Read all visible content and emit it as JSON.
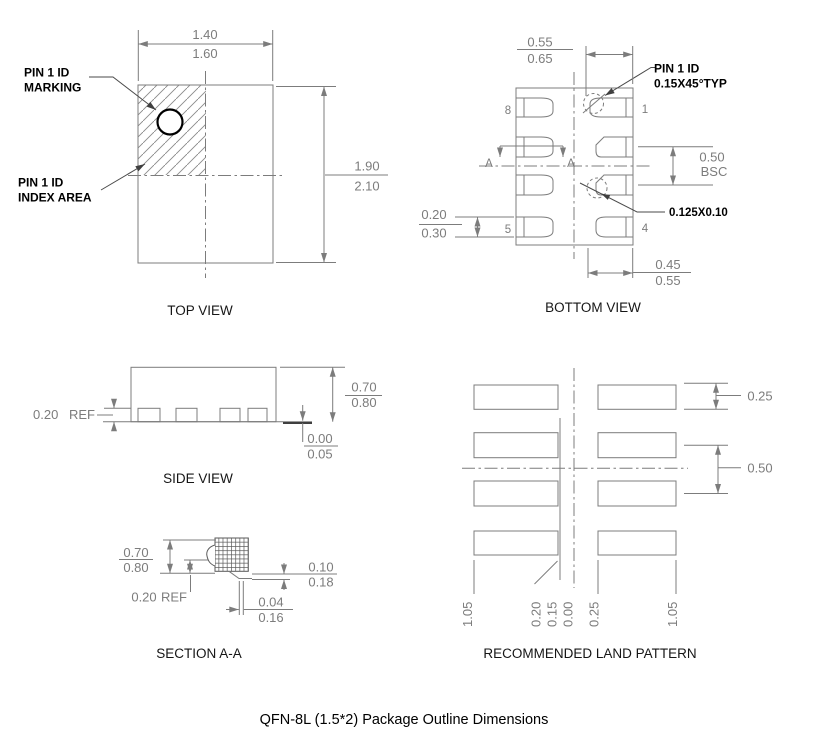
{
  "title": "QFN-8L (1.5*2) Package Outline Dimensions",
  "colors": {
    "line_gray": "#7c7c7c",
    "label_black": "#000000",
    "leader_dark": "#4a4a4a",
    "background": "#ffffff"
  },
  "top_view": {
    "caption": "TOP VIEW",
    "pin1_marking_label_l1": "PIN 1 ID",
    "pin1_marking_label_l2": "MARKING",
    "pin1_index_label_l1": "PIN 1 ID",
    "pin1_index_label_l2": "INDEX AREA",
    "dim_width_min": "1.40",
    "dim_width_max": "1.60",
    "dim_height_min": "1.90",
    "dim_height_max": "2.10"
  },
  "bottom_view": {
    "caption": "BOTTOM VIEW",
    "dim_pad1_len_min": "0.55",
    "dim_pad1_len_max": "0.65",
    "pin1_id_label_l1": "PIN 1 ID",
    "pin1_id_label_l2": "0.15X45°TYP",
    "dim_pitch": "0.50",
    "dim_pitch_ref": "BSC",
    "dim_pad_width_min": "0.20",
    "dim_pad_width_max": "0.30",
    "chamfer_label": "0.125X0.10",
    "dim_pad_len_min": "0.45",
    "dim_pad_len_max": "0.55",
    "pin_8": "8",
    "pin_1": "1",
    "pin_5": "5",
    "pin_4": "4",
    "section_a_left": "A",
    "section_a_right": "A"
  },
  "side_view": {
    "caption": "SIDE VIEW",
    "dim_lead_thickness": "0.20",
    "dim_lead_thickness_ref": "REF",
    "dim_height_min": "0.70",
    "dim_height_max": "0.80",
    "dim_standoff_min": "0.00",
    "dim_standoff_max": "0.05"
  },
  "section_view": {
    "caption": "SECTION A-A",
    "dim_height_min": "0.70",
    "dim_height_max": "0.80",
    "dim_lead_thickness": "0.20",
    "dim_lead_thickness_ref": "REF",
    "dim_foot_min": "0.10",
    "dim_foot_max": "0.18",
    "dim_tip_min": "0.04",
    "dim_tip_max": "0.16"
  },
  "land_pattern": {
    "caption": "RECOMMENDED LAND PATTERN",
    "dim_pad_height": "0.25",
    "dim_pitch": "0.50",
    "dim_left_outer": "1.05",
    "dim_left_inner": "0.20",
    "dim_left_inner2": "0.15",
    "dim_center": "0.00",
    "dim_right_inner": "0.25",
    "dim_right_outer": "1.05"
  }
}
